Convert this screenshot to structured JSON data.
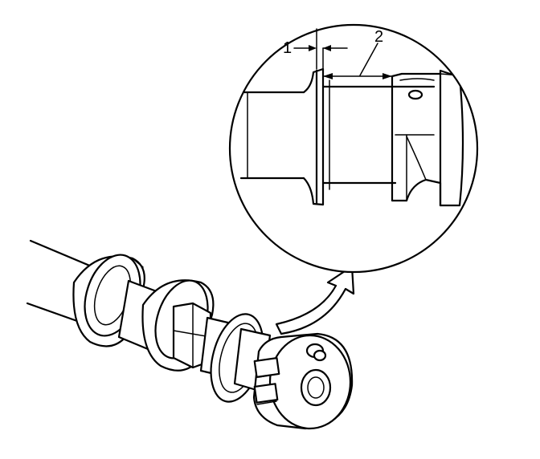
{
  "callouts": [
    {
      "id": "1",
      "text": "1"
    },
    {
      "id": "2",
      "text": "2"
    }
  ],
  "colors": {
    "line": "#000000",
    "background": "#ffffff"
  }
}
